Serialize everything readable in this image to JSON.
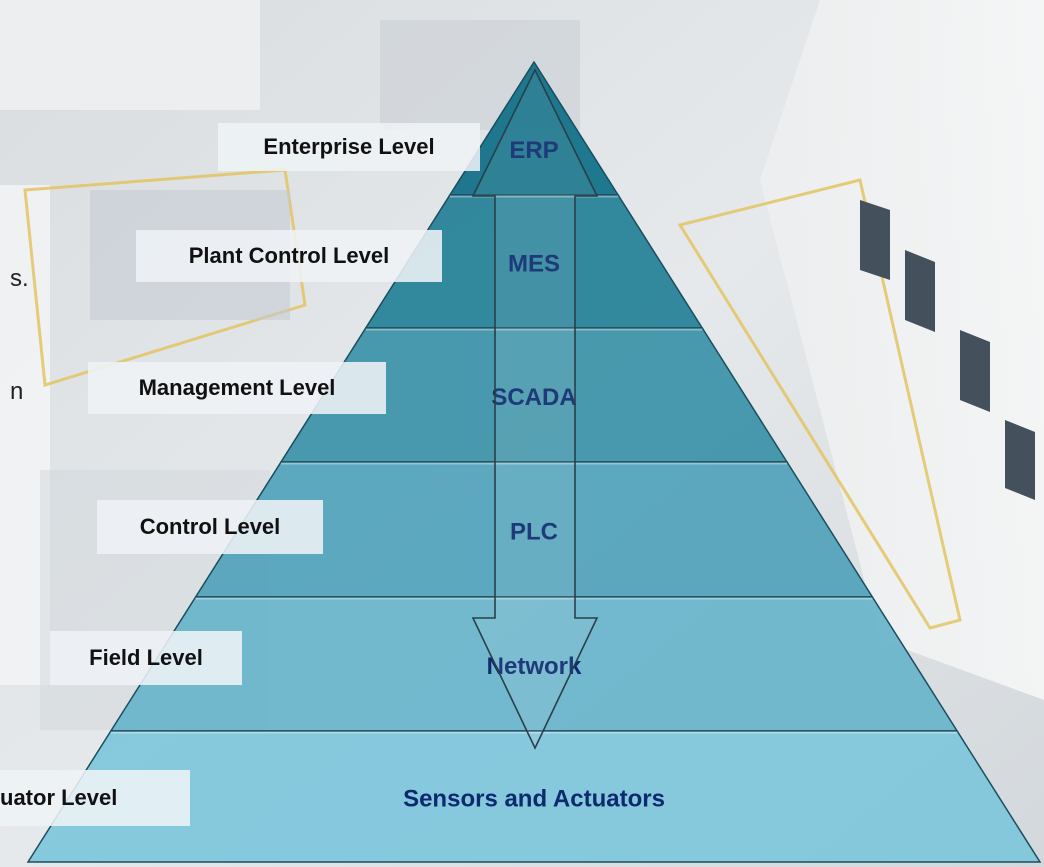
{
  "pyramid_layers": [
    {
      "system": "ERP",
      "level": "Enterprise Level"
    },
    {
      "system": "MES",
      "level": "Plant Control Level"
    },
    {
      "system": "SCADA",
      "level": "Management Level"
    },
    {
      "system": "PLC",
      "level": "Control Level"
    },
    {
      "system": "Network",
      "level": "Field Level"
    },
    {
      "system": "Sensors and Actuators",
      "level": "uator Level"
    }
  ],
  "partial_text": [
    "s.",
    "n"
  ],
  "colors": {
    "layer_top": "#0f6f86",
    "layer_bottom": "#7fc6dc",
    "system_text": "#0d2a6e",
    "arrow_stroke": "#2a3f4a",
    "label_bg": "#eef2f6"
  }
}
